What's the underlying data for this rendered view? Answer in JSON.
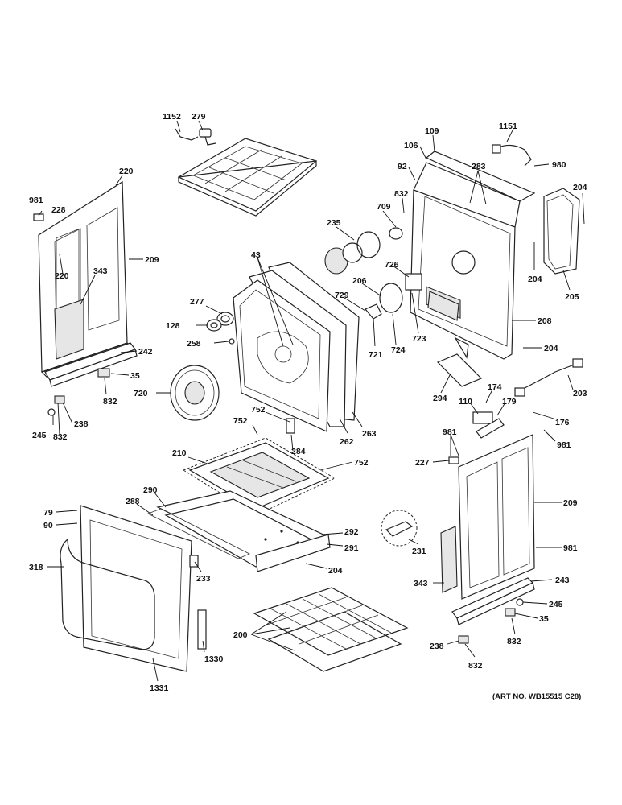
{
  "art_number": "(ART NO. WB15515 C28)",
  "labels": {
    "l1152": "1152",
    "l279": "279",
    "l220a": "220",
    "l981a": "981",
    "l228": "228",
    "l209a": "209",
    "l220b": "220",
    "l343a": "343",
    "l242": "242",
    "l35a": "35",
    "l832a": "832",
    "l245a": "245",
    "l238a": "238",
    "l832b": "832",
    "l277": "277",
    "l128": "128",
    "l258": "258",
    "l720": "720",
    "l43": "43",
    "l752a": "752",
    "l752b": "752",
    "l284": "284",
    "l262": "262",
    "l263": "263",
    "l752c": "752",
    "l210": "210",
    "l290": "290",
    "l288": "288",
    "l292": "292",
    "l291": "291",
    "l204a": "204",
    "l233": "233",
    "l79": "79",
    "l90": "90",
    "l318": "318",
    "l1330": "1330",
    "l1331": "1331",
    "l200": "200",
    "l109": "109",
    "l106": "106",
    "l1151": "1151",
    "l980": "980",
    "l92": "92",
    "l283": "283",
    "l832c": "832",
    "l709": "709",
    "l235": "235",
    "l204b": "204",
    "l204c": "204",
    "l205": "205",
    "l726": "726",
    "l206": "206",
    "l729": "729",
    "l721": "721",
    "l724": "724",
    "l723": "723",
    "l208": "208",
    "l204d": "204",
    "l294": "294",
    "l174": "174",
    "l110": "110",
    "l179": "179",
    "l203": "203",
    "l176": "176",
    "l981b": "981",
    "l981c": "981",
    "l227": "227",
    "l209b": "209",
    "l231": "231",
    "l981d": "981",
    "l343b": "343",
    "l243": "243",
    "l245b": "245",
    "l35b": "35",
    "l832d": "832",
    "l238b": "238",
    "l832e": "832"
  }
}
